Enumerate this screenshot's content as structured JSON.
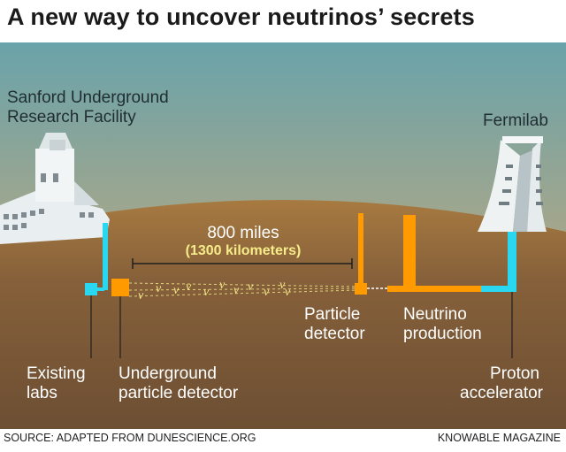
{
  "title": "A new way to uncover neutrinos’ secrets",
  "labels": {
    "sanford_line1": "Sanford Underground",
    "sanford_line2": "Research Facility",
    "fermilab": "Fermilab",
    "distance_miles": "800 miles",
    "distance_km": "(1300 kilometers)",
    "particle_detector_line1": "Particle",
    "particle_detector_line2": "detector",
    "neutrino_production_line1": "Neutrino",
    "neutrino_production_line2": "production",
    "existing_labs_line1": "Existing",
    "existing_labs_line2": "labs",
    "underground_detector_line1": "Underground",
    "underground_detector_line2": "particle detector",
    "proton_accelerator_line1": "Proton",
    "proton_accelerator_line2": "accelerator"
  },
  "neutrino_symbol": "ν",
  "footer": {
    "source": "SOURCE: ADAPTED FROM DUNESCIENCE.ORG",
    "credit": "KNOWABLE MAGAZINE"
  },
  "colors": {
    "cyan": "#2ad7f0",
    "orange": "#ff9a00",
    "ground": "#7b5730",
    "neutrino": "#f7ec8a"
  }
}
